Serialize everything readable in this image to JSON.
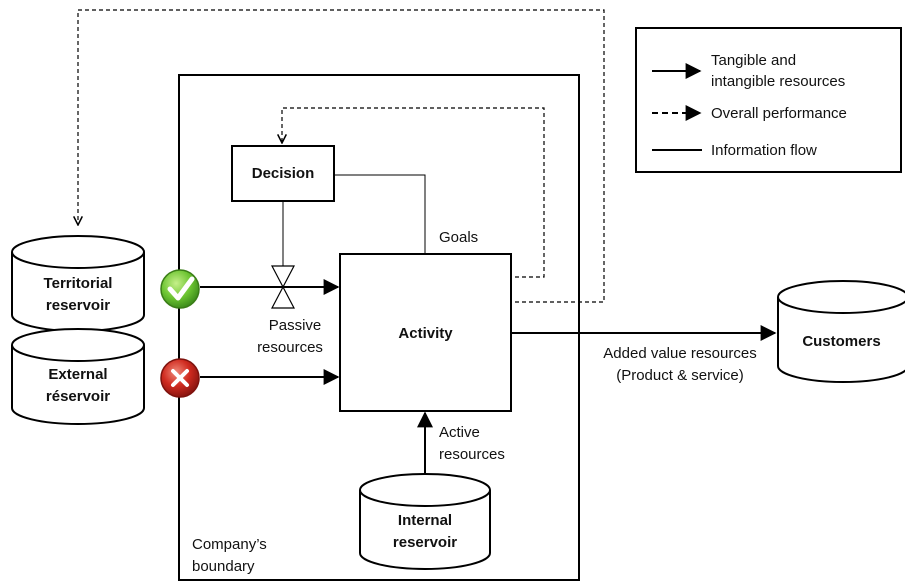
{
  "legend": {
    "tangible_line1": "Tangible and",
    "tangible_line2": "intangible resources",
    "overall_performance": "Overall performance",
    "information_flow": "Information flow"
  },
  "nodes": {
    "decision": "Decision",
    "activity": "Activity",
    "territorial_line1": "Territorial",
    "territorial_line2": "reservoir",
    "external_line1": "External",
    "external_line2": "réservoir",
    "internal_line1": "Internal",
    "internal_line2": "reservoir",
    "customers": "Customers"
  },
  "labels": {
    "goals": "Goals",
    "passive_line1": "Passive",
    "passive_line2": "resources",
    "active_line1": "Active",
    "active_line2": "resources",
    "added_value_line1": "Added value resources",
    "added_value_line2": "(Product & service)",
    "boundary_line1": "Company’s",
    "boundary_line2": "boundary"
  },
  "status_colors": {
    "accepted": "#5cb82e",
    "rejected": "#c0201b"
  }
}
